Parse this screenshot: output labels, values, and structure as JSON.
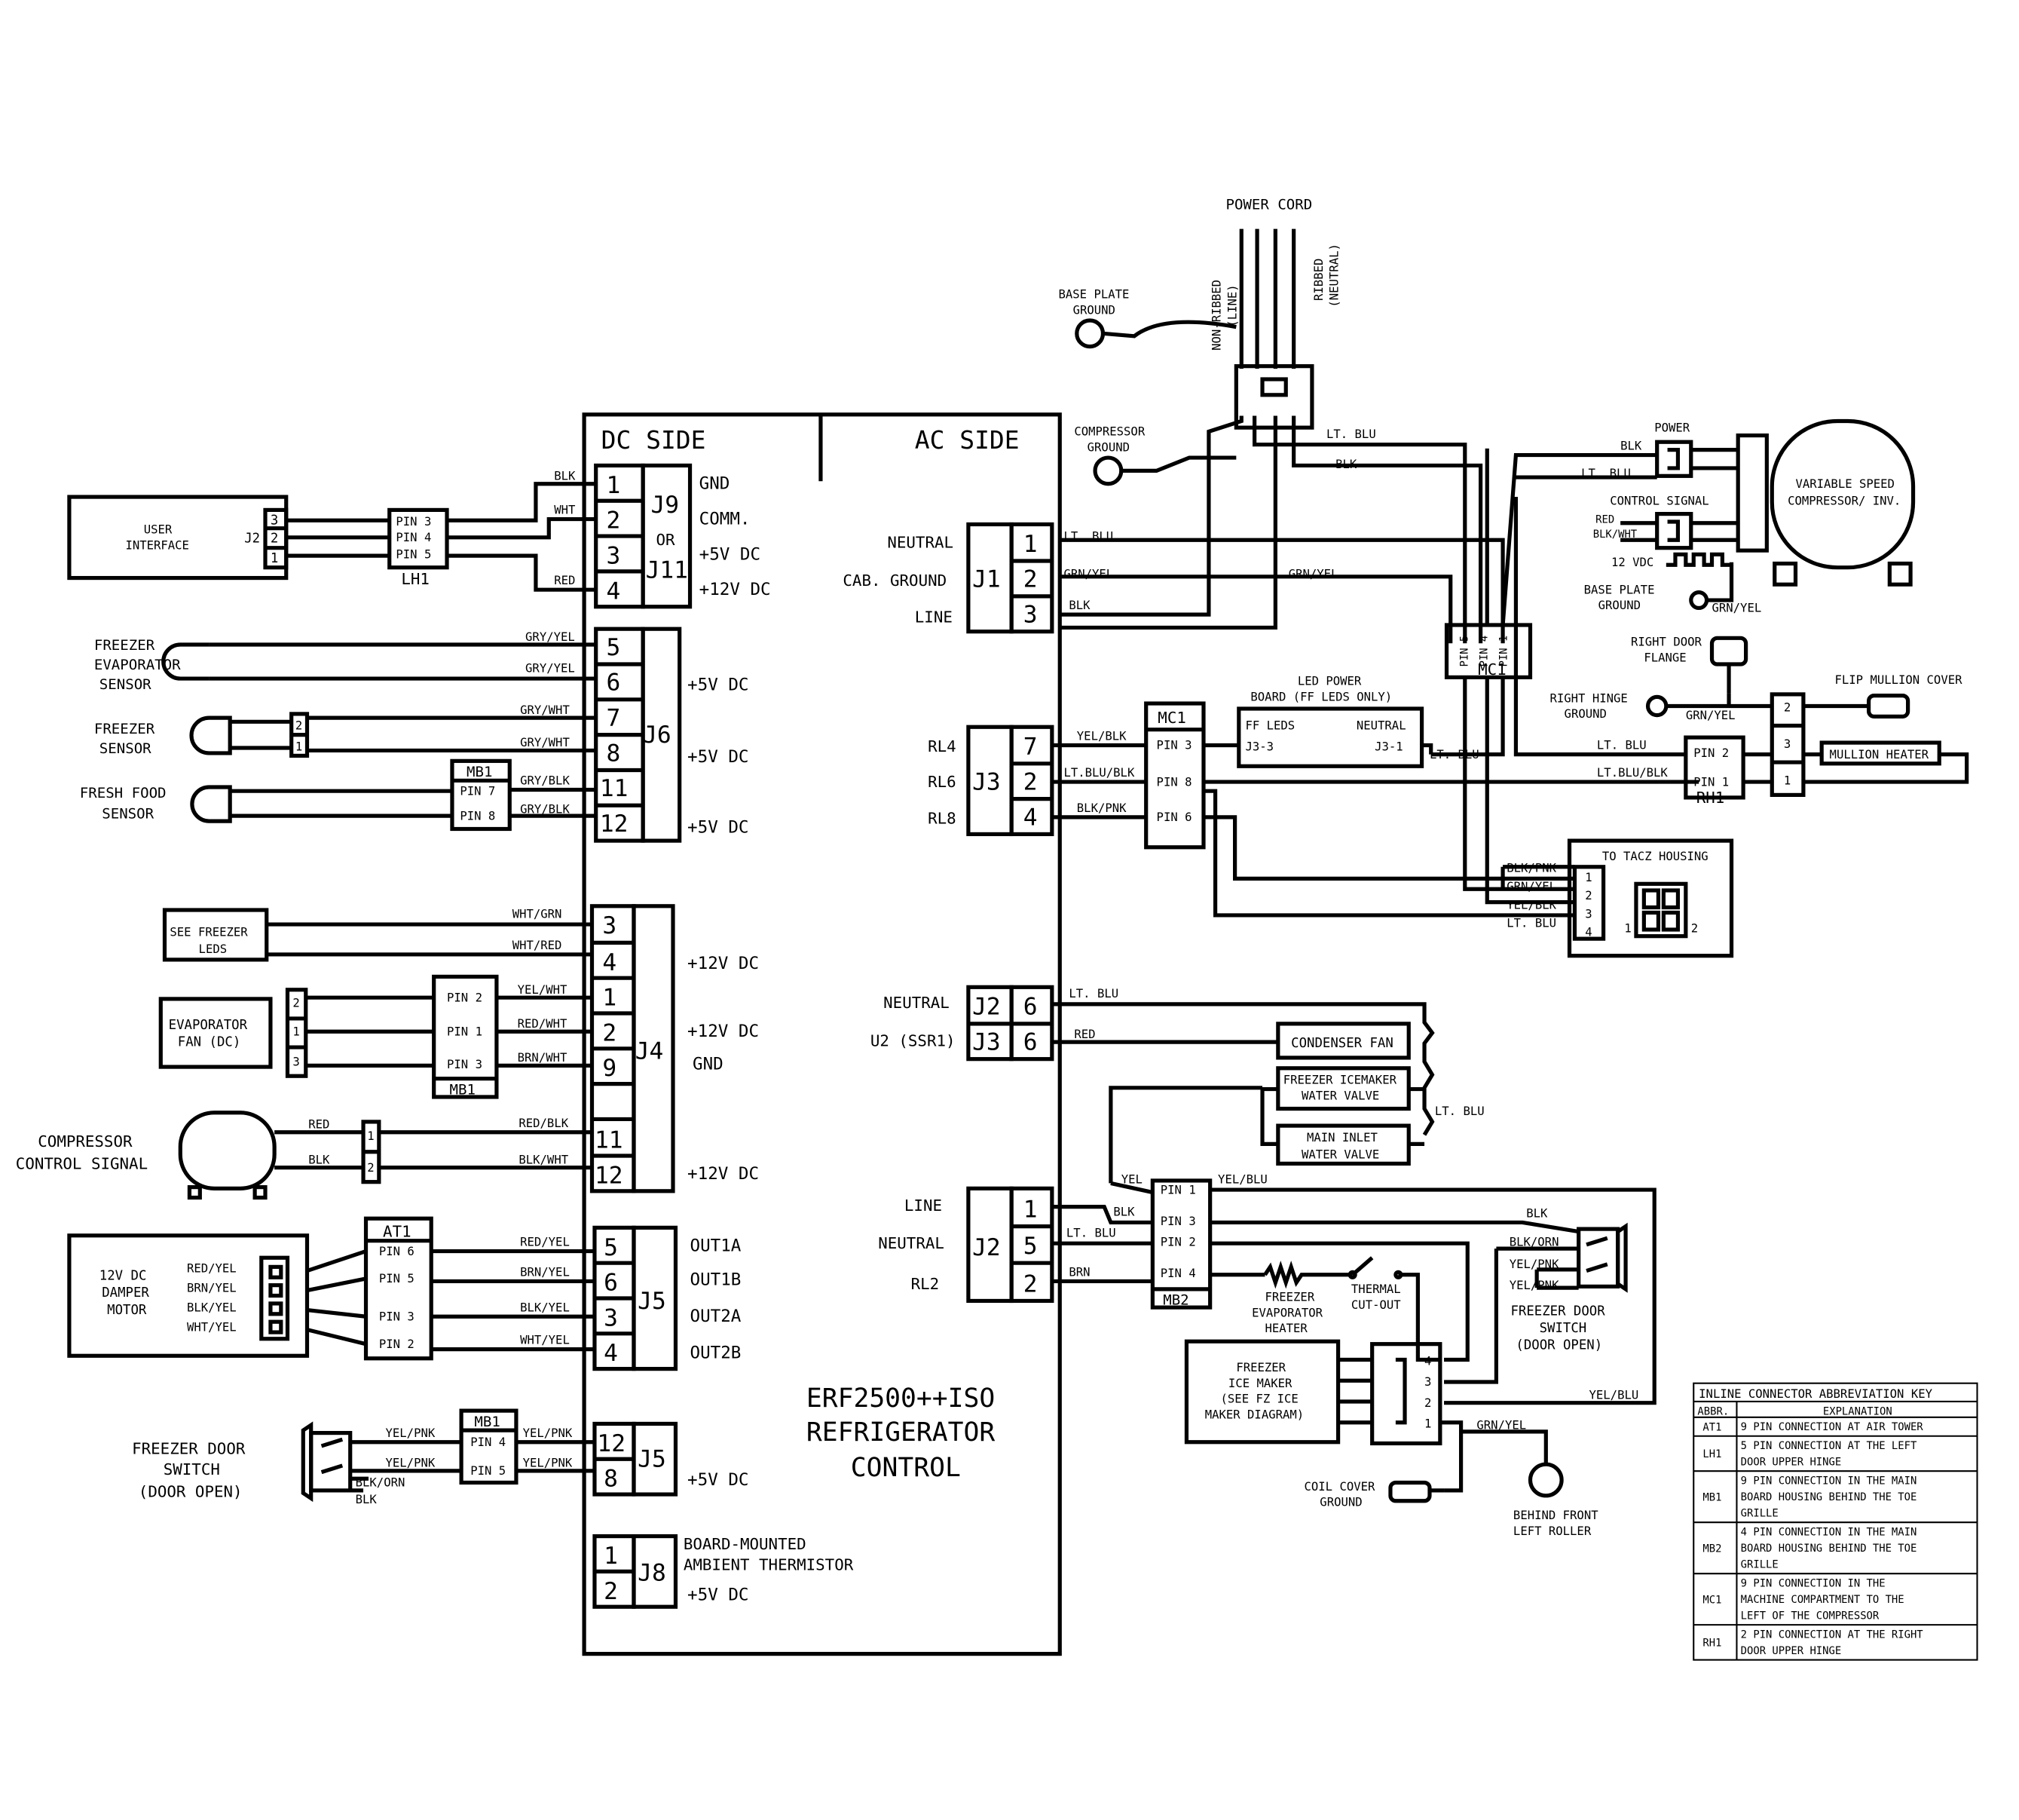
{
  "title": [
    "ERF2500++ISO",
    "REFRIGERATOR",
    "CONTROL"
  ],
  "dc_side": "DC SIDE",
  "ac_side": "AC SIDE",
  "power_cord": "POWER CORD",
  "non_ribbed": [
    "NON-RIBBED",
    "(LINE)"
  ],
  "ribbed": [
    "RIBBED",
    "(NEUTRAL)"
  ],
  "base_plate_ground": [
    "BASE PLATE",
    "GROUND"
  ],
  "compressor_ground": [
    "COMPRESSOR",
    "GROUND"
  ],
  "power": "POWER",
  "control_signal": "CONTROL SIGNAL",
  "vs_compressor": [
    "VARIABLE SPEED",
    "COMPRESSOR/ INV."
  ],
  "vdc12": "12 VDC",
  "base_plate_ground2": [
    "BASE PLATE",
    "GROUND"
  ],
  "mc1": "MC1",
  "mc1_pins": [
    "PIN 5",
    "PIN 4",
    "PIN 1"
  ],
  "right_door_flange": [
    "RIGHT DOOR",
    "FLANGE"
  ],
  "right_hinge_ground": [
    "RIGHT HINGE",
    "GROUND"
  ],
  "flip_mullion_cover": "FLIP MULLION COVER",
  "mullion_heater": "MULLION HEATER",
  "rh1": "RH1",
  "rh1_pins": [
    "PIN 2",
    "PIN 1"
  ],
  "led_power": [
    "LED POWER",
    "BOARD (FF LEDS ONLY)"
  ],
  "ff_leds": "FF LEDS",
  "neutral_word": "NEUTRAL",
  "j33": "J3-3",
  "j31": "J3-1",
  "mc1_box_pins": [
    "PIN 3",
    "PIN 8",
    "PIN 6"
  ],
  "tacz": "TO TACZ HOUSING",
  "tacz_wires": [
    "BLK/PNK",
    "GRN/YEL",
    "YEL/BLK",
    "LT. BLU"
  ],
  "tacz_pins": [
    "1",
    "2",
    "3",
    "4"
  ],
  "tacz_conn": [
    "1",
    "2"
  ],
  "user_interface": [
    "USER",
    "INTERFACE"
  ],
  "j2_ui": "J2",
  "ui_pins": [
    "3",
    "2",
    "1"
  ],
  "lh1": "LH1",
  "lh1_pins": [
    "PIN 3",
    "PIN 4",
    "PIN 5"
  ],
  "j9_wires": [
    "BLK",
    "WHT",
    "RED"
  ],
  "j9_pins": [
    "1",
    "2",
    "3",
    "4"
  ],
  "j9_names": [
    "J9",
    "OR",
    "J11"
  ],
  "j9_labels": [
    "GND",
    "COMM.",
    "+5V DC",
    "+12V DC"
  ],
  "freezer_evap_sensor": [
    "FREEZER",
    "EVAPORATOR",
    "SENSOR"
  ],
  "freezer_sensor": [
    "FREEZER",
    "SENSOR"
  ],
  "fresh_food_sensor": [
    "FRESH FOOD",
    "SENSOR"
  ],
  "fz_sensor_pins": [
    "2",
    "1"
  ],
  "mb1": "MB1",
  "mb1_pins_ff": [
    "PIN 7",
    "PIN 8"
  ],
  "j6_wires": [
    "GRY/YEL",
    "GRY/YEL",
    "GRY/WHT",
    "GRY/WHT",
    "GRY/BLK",
    "GRY/BLK"
  ],
  "j6_pins": [
    "5",
    "6",
    "7",
    "8",
    "11",
    "12"
  ],
  "j6": "J6",
  "j6_labels": [
    "+5V DC",
    "+5V DC",
    "+5V DC"
  ],
  "see_freezer_leds": [
    "SEE FREEZER",
    "LEDS"
  ],
  "evap_fan": [
    "EVAPORATOR",
    "FAN (DC)"
  ],
  "evap_fan_pins": [
    "2",
    "1",
    "3"
  ],
  "mb1_fan_pins": [
    "PIN 2",
    "PIN 1",
    "PIN 3"
  ],
  "compressor_control": [
    "COMPRESSOR",
    "CONTROL SIGNAL"
  ],
  "comp_wires": [
    "RED",
    "BLK"
  ],
  "comp_pins": [
    "1",
    "2"
  ],
  "j4_wires": [
    "WHT/GRN",
    "WHT/RED",
    "YEL/WHT",
    "RED/WHT",
    "BRN/WHT",
    "RED/BLK",
    "BLK/WHT"
  ],
  "j4_pins": [
    "3",
    "4",
    "1",
    "2",
    "9",
    "11",
    "12"
  ],
  "j4": "J4",
  "j4_labels": [
    "+12V DC",
    "+12V DC",
    "GND",
    "+12V DC"
  ],
  "damper_motor": [
    "12V DC",
    "DAMPER",
    "MOTOR"
  ],
  "damper_wires": [
    "RED/YEL",
    "BRN/YEL",
    "BLK/YEL",
    "WHT/YEL"
  ],
  "at1": "AT1",
  "at1_pins": [
    "PIN 6",
    "PIN 5",
    "PIN 3",
    "PIN 2"
  ],
  "j5_wires": [
    "RED/YEL",
    "BRN/YEL",
    "BLK/YEL",
    "WHT/YEL"
  ],
  "j5_pins": [
    "5",
    "6",
    "3",
    "4"
  ],
  "j5": "J5",
  "j5_labels": [
    "OUT1A",
    "OUT1B",
    "OUT2A",
    "OUT2B"
  ],
  "freezer_door_switch_left": [
    "FREEZER DOOR",
    "SWITCH",
    "(DOOR OPEN)"
  ],
  "fds_wires": [
    "YEL/PNK",
    "YEL/PNK",
    "BLK/ORN",
    "BLK"
  ],
  "mb1_fds_pins": [
    "PIN 4",
    "PIN 5"
  ],
  "j5b_wires": [
    "YEL/PNK",
    "YEL/PNK"
  ],
  "j5b_pins": [
    "12",
    "8"
  ],
  "j5b_label": "+5V DC",
  "j8_pins": [
    "1",
    "2"
  ],
  "j8": "J8",
  "j8_labels": [
    "BOARD-MOUNTED",
    "AMBIENT THERMISTOR",
    "+5V DC"
  ],
  "j1_labels": [
    "NEUTRAL",
    "CAB. GROUND",
    "LINE"
  ],
  "j1": "J1",
  "j1_pins": [
    "1",
    "2",
    "3"
  ],
  "j1_wires": [
    "LT. BLU",
    "GRN/YEL",
    "BLK"
  ],
  "j3_labels": [
    "RL4",
    "RL6",
    "RL8"
  ],
  "j3": "J3",
  "j3_pins": [
    "7",
    "2",
    "4"
  ],
  "j3_wires": [
    "YEL/BLK",
    "LT.BLU/BLK",
    "BLK/PNK"
  ],
  "j2j3_labels": [
    "NEUTRAL",
    "U2 (SSR1)"
  ],
  "j2j3_names": [
    "J2",
    "J3"
  ],
  "j2j3_pins": [
    "6",
    "6"
  ],
  "cond_wires": [
    "LT. BLU",
    "RED"
  ],
  "condenser_fan": "CONDENSER FAN",
  "fz_icemaker_valve": [
    "FREEZER ICEMAKER",
    "WATER VALVE"
  ],
  "main_inlet_valve": [
    "MAIN INLET",
    "WATER VALVE"
  ],
  "lt_blu": "LT. BLU",
  "j2b_labels": [
    "LINE",
    "NEUTRAL",
    "RL2"
  ],
  "j2b": "J2",
  "j2b_pins": [
    "1",
    "5",
    "2"
  ],
  "j2b_wires": [
    "BLK",
    "LT. BLU",
    "BRN"
  ],
  "mb2": "MB2",
  "mb2_pins": [
    "PIN 1",
    "PIN 3",
    "PIN 2",
    "PIN 4"
  ],
  "yel": "YEL",
  "yel_blu": "YEL/BLU",
  "blk": "BLK",
  "fz_evap_heater": [
    "FREEZER",
    "EVAPORATOR",
    "HEATER"
  ],
  "thermal_cutout": [
    "THERMAL",
    "CUT-OUT"
  ],
  "fz_door_switch_right": [
    "FREEZER DOOR",
    "SWITCH",
    "(DOOR OPEN)"
  ],
  "fdsr_wires": [
    "BLK",
    "BLK/ORN",
    "YEL/PNK",
    "YEL/PNK"
  ],
  "fz_ice_maker": [
    "FREEZER",
    "ICE MAKER",
    "(SEE FZ ICE",
    "MAKER DIAGRAM)"
  ],
  "im_pins": [
    "4",
    "3",
    "2",
    "1"
  ],
  "grn_yel": "GRN/YEL",
  "coil_cover_ground": [
    "COIL COVER",
    "GROUND"
  ],
  "behind_front_roller": [
    "BEHIND FRONT",
    "LEFT ROLLER"
  ],
  "key": {
    "title": "INLINE CONNECTOR ABBREVIATION KEY",
    "header": [
      "ABBR.",
      "EXPLANATION"
    ],
    "rows": [
      {
        "abbr": "AT1",
        "lines": [
          "9 PIN CONNECTION AT AIR TOWER"
        ]
      },
      {
        "abbr": "LH1",
        "lines": [
          "5 PIN CONNECTION AT THE LEFT",
          "DOOR UPPER HINGE"
        ]
      },
      {
        "abbr": "MB1",
        "lines": [
          "9 PIN CONNECTION IN THE MAIN",
          "BOARD HOUSING BEHIND THE TOE",
          "GRILLE"
        ]
      },
      {
        "abbr": "MB2",
        "lines": [
          "4 PIN CONNECTION IN THE MAIN",
          "BOARD HOUSING BEHIND THE TOE",
          "GRILLE"
        ]
      },
      {
        "abbr": "MC1",
        "lines": [
          "9 PIN CONNECTION IN THE",
          "MACHINE COMPARTMENT TO THE",
          "LEFT OF THE COMPRESSOR"
        ]
      },
      {
        "abbr": "RH1",
        "lines": [
          "2 PIN CONNECTION AT THE RIGHT",
          "DOOR UPPER HINGE"
        ]
      }
    ]
  }
}
